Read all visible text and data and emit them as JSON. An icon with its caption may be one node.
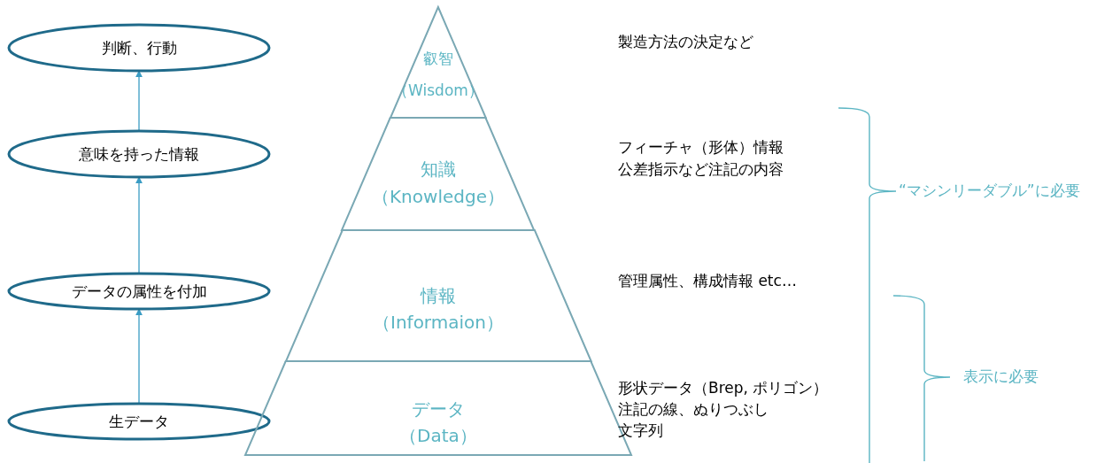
{
  "diagram": {
    "nodes": [
      {
        "text": [
          "判断、行動"
        ]
      },
      {
        "text": [
          "意味を持った情報"
        ]
      },
      {
        "text": [
          "データの属性を付加"
        ]
      },
      {
        "text": [
          "生データ"
        ]
      },
      {
        "text": [
          "叡智",
          "（Wisdom）"
        ]
      },
      {
        "text": [
          "知識",
          "（Knowledge）"
        ]
      },
      {
        "text": [
          "情報",
          "（Informaion）"
        ]
      },
      {
        "text": [
          "データ",
          "（Data）"
        ]
      }
    ],
    "edges": [
      {
        "from": 3,
        "to": 2,
        "arrow": "to"
      },
      {
        "from": 2,
        "to": 1,
        "arrow": "to"
      },
      {
        "from": 1,
        "to": 0,
        "arrow": "to"
      }
    ],
    "labels": [
      "製造方法の決定など",
      "フィーチャ（形体）情報",
      "公差指示など注記の内容",
      "“マシンリーダブル”に必要",
      "管理属性、構成情報 etc…",
      "表示に必要",
      "形状データ（Brep, ポリゴン）",
      "注記の線、ぬりつぶし",
      "文字列"
    ]
  }
}
